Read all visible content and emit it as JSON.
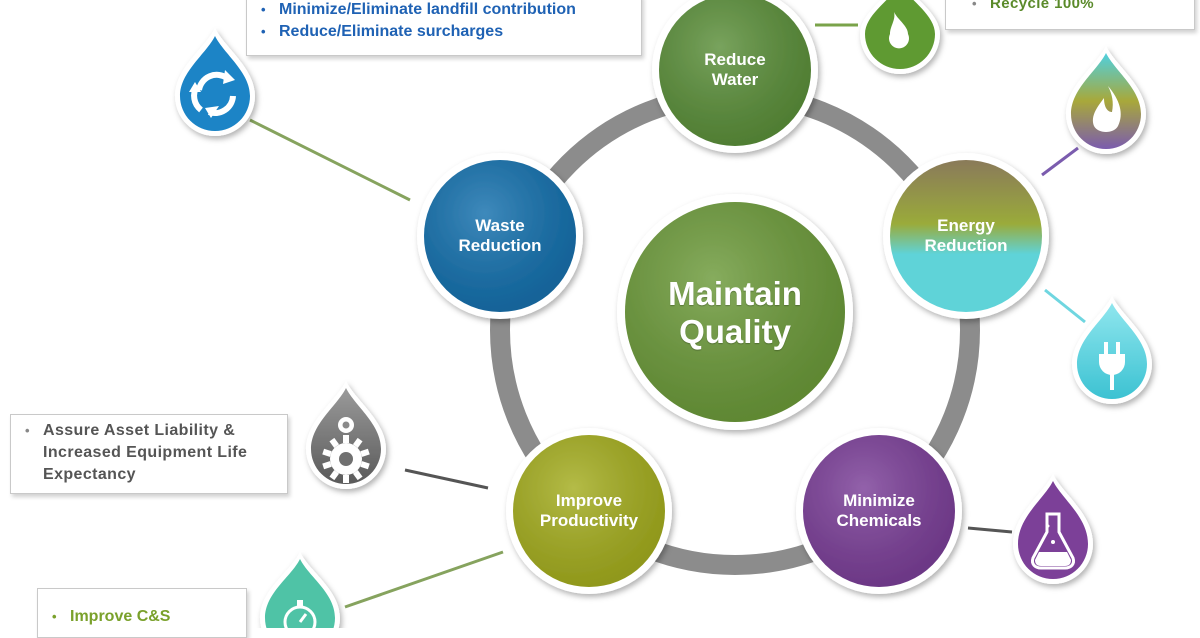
{
  "center": {
    "line1": "Maintain",
    "line2": "Quality",
    "color": "#6c9a3a"
  },
  "nodes": {
    "reduce_water": {
      "line1": "Reduce",
      "line2": "Water",
      "color": "#5b8f3a"
    },
    "energy_reduction": {
      "line1": "Energy",
      "line2": "Reduction",
      "color_top": "#8a7a5a",
      "color_mid": "#9aab3a",
      "color_bottom": "#5fd3d8"
    },
    "minimize_chemicals": {
      "line1": "Minimize",
      "line2": "Chemicals",
      "color": "#7b3f98"
    },
    "improve_productivity": {
      "line1": "Improve",
      "line2": "Productivity",
      "color": "#a4ad1f"
    },
    "waste_reduction": {
      "line1": "Waste",
      "line2": "Reduction",
      "color": "#1470ad"
    }
  },
  "ring_color": "#8c8c8c",
  "callouts": {
    "waste": {
      "items": [
        "Minimize/Eliminate landfill contribution",
        "Reduce/Eliminate surcharges"
      ]
    },
    "water": {
      "items": [
        "Recycle 100%"
      ]
    },
    "productivity": {
      "items": [
        "Assure Asset Liability & Increased Equipment Life Expectancy"
      ]
    },
    "bottom": {
      "items": [
        "Improve C&S"
      ]
    }
  },
  "icons": {
    "recycle_drop": {
      "icon": "recycle-icon",
      "color": "#1a84c6"
    },
    "water_drop": {
      "icon": "water-drop-icon",
      "color": "#5f9a32"
    },
    "flame_drop": {
      "icon": "flame-icon",
      "color": "#7f6fb0"
    },
    "plug_drop": {
      "icon": "plug-icon",
      "color": "#5dd3df"
    },
    "flask_drop": {
      "icon": "flask-icon",
      "color": "#7b3f98"
    },
    "gear_drop": {
      "icon": "gear-icon",
      "color": "#707070"
    },
    "stopwatch_drop": {
      "icon": "stopwatch-icon",
      "color": "#4fc3a6"
    }
  }
}
